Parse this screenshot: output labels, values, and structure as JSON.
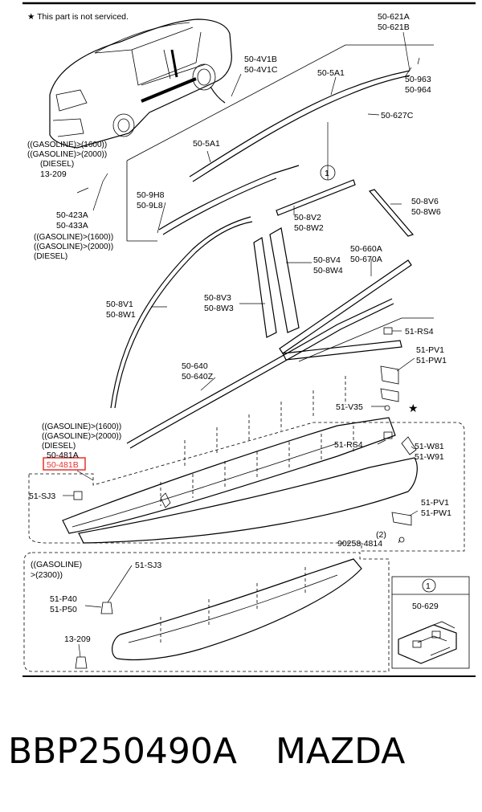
{
  "note": "★ This part is not serviced.",
  "labels": {
    "l_621": [
      "50-621A",
      "50-621B"
    ],
    "l_4v1": [
      "50-4V1B",
      "50-4V1C"
    ],
    "l_5a1_top": "50-5A1",
    "l_963": [
      "50-963",
      "50-964"
    ],
    "l_627c": "50-627C",
    "l_5a1_mid": "50-5A1",
    "l_9h8": [
      "50-9H8",
      "50-9L8"
    ],
    "l_8v2": [
      "50-8V2",
      "50-8W2"
    ],
    "l_8v6": [
      "50-8V6",
      "50-8W6"
    ],
    "l_gas1": [
      "((GASOLINE)>(1600))",
      "((GASOLINE)>(2000))",
      "(DIESEL)"
    ],
    "l_13209_top": "13-209",
    "l_423a": [
      "50-423A",
      "50-433A"
    ],
    "l_gas2": [
      "((GASOLINE)>(1600))",
      "((GASOLINE)>(2000))",
      "(DIESEL)"
    ],
    "l_660a": [
      "50-660A",
      "50-670A"
    ],
    "l_8v4": [
      "50-8V4",
      "50-8W4"
    ],
    "l_8v1": [
      "50-8V1",
      "50-8W1"
    ],
    "l_8v3": [
      "50-8V3",
      "50-8W3"
    ],
    "l_rs4_top": "51-RS4",
    "l_pv1_top": [
      "51-PV1",
      "51-PW1"
    ],
    "l_640": [
      "50-640",
      "50-640Z"
    ],
    "l_v35": "51-V35",
    "l_gas3": [
      "((GASOLINE)>(1600))",
      "((GASOLINE)>(2000))",
      "(DIESEL)"
    ],
    "l_481a": "50-481A",
    "l_481b": "50-481B",
    "l_rs4_mid": "51-RS4",
    "l_w81": [
      "51-W81",
      "51-W91"
    ],
    "l_sj3_top": "51-SJ3",
    "l_pv1_mid": [
      "51-PV1",
      "51-PW1"
    ],
    "l_2": "(2)",
    "l_90258": "90258-4814",
    "l_gas2300": [
      "((GASOLINE)",
      ">(2300))"
    ],
    "l_sj3_bot": "51-SJ3",
    "l_p40": [
      "51-P40",
      "51-P50"
    ],
    "l_13209_bot": "13-209",
    "l_1_inset": "1",
    "l_629": "50-629",
    "l_1_callout": "1"
  },
  "caption": {
    "part_number": "BBP250490A",
    "brand": "MAZDA"
  },
  "colors": {
    "highlight": "#e8302c",
    "ink": "#000000"
  }
}
